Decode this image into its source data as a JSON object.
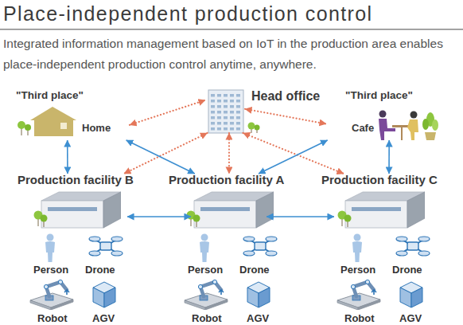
{
  "diagram": {
    "title": "Place-independent production control",
    "caption": "Integrated information management based on IoT in the production area enables place-independent production control anytime, anywhere.",
    "nodes": [
      {
        "text": [
          "\"Third place\"",
          "Home"
        ]
      },
      {
        "text": [
          "Head office"
        ]
      },
      {
        "text": [
          "\"Third place\"",
          "Cafe"
        ]
      },
      {
        "text": [
          "Production facility B"
        ]
      },
      {
        "text": [
          "Production facility A"
        ]
      },
      {
        "text": [
          "Production facility C"
        ]
      }
    ],
    "edges": [
      {
        "from": 0,
        "to": 1,
        "arrow": "both"
      },
      {
        "from": 1,
        "to": 2,
        "arrow": "both"
      },
      {
        "from": 1,
        "to": 3,
        "arrow": "both"
      },
      {
        "from": 1,
        "to": 4,
        "arrow": "both"
      },
      {
        "from": 1,
        "to": 5,
        "arrow": "both"
      },
      {
        "from": 0,
        "to": 3,
        "arrow": "both"
      },
      {
        "from": 0,
        "to": 4,
        "arrow": "both"
      },
      {
        "from": 2,
        "to": 4,
        "arrow": "both"
      },
      {
        "from": 2,
        "to": 5,
        "arrow": "both"
      },
      {
        "from": 3,
        "to": 4,
        "arrow": "both"
      },
      {
        "from": 4,
        "to": 5,
        "arrow": "both"
      }
    ],
    "labels": [
      "Person",
      "Drone",
      "Robot",
      "AGV",
      "Person",
      "Drone",
      "Robot",
      "AGV",
      "Person",
      "Drone",
      "Robot",
      "AGV"
    ]
  }
}
